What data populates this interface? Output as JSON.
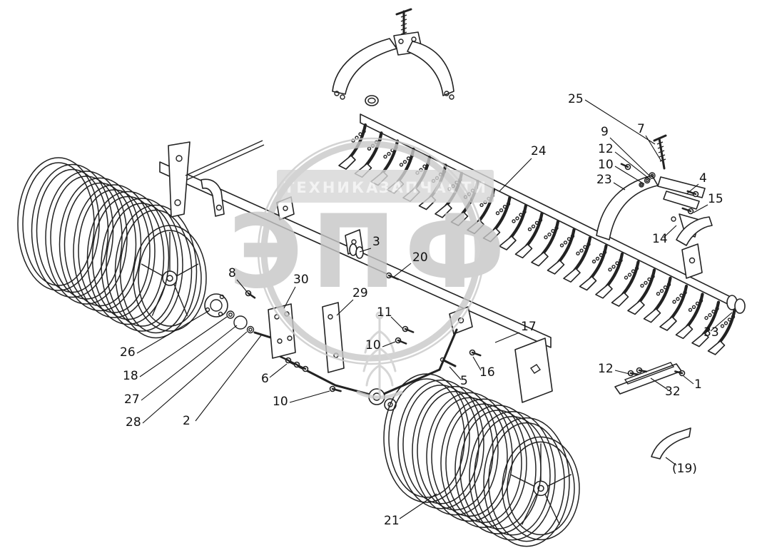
{
  "page": {
    "background": "#ffffff"
  },
  "colors": {
    "line_art": "#222222",
    "watermark": "#c9c9c9"
  },
  "watermark": {
    "main_text": "ЭПФ",
    "band_text_left": "ТЕХНИКА",
    "band_text_right": "ЗАПЧАСТИ"
  },
  "callouts": [
    {
      "label": "25"
    },
    {
      "label": "7"
    },
    {
      "label": "9"
    },
    {
      "label": "12"
    },
    {
      "label": "10"
    },
    {
      "label": "24"
    },
    {
      "label": "23"
    },
    {
      "label": "4"
    },
    {
      "label": "15"
    },
    {
      "label": "14"
    },
    {
      "label": "3"
    },
    {
      "label": "20"
    },
    {
      "label": "8"
    },
    {
      "label": "30"
    },
    {
      "label": "29"
    },
    {
      "label": "11"
    },
    {
      "label": "17"
    },
    {
      "label": "10"
    },
    {
      "label": "33"
    },
    {
      "label": "26"
    },
    {
      "label": "18"
    },
    {
      "label": "6"
    },
    {
      "label": "5"
    },
    {
      "label": "16"
    },
    {
      "label": "12"
    },
    {
      "label": "27"
    },
    {
      "label": "32"
    },
    {
      "label": "1"
    },
    {
      "label": "28"
    },
    {
      "label": "2"
    },
    {
      "label": "10"
    },
    {
      "label": "(19)"
    },
    {
      "label": "21"
    }
  ]
}
